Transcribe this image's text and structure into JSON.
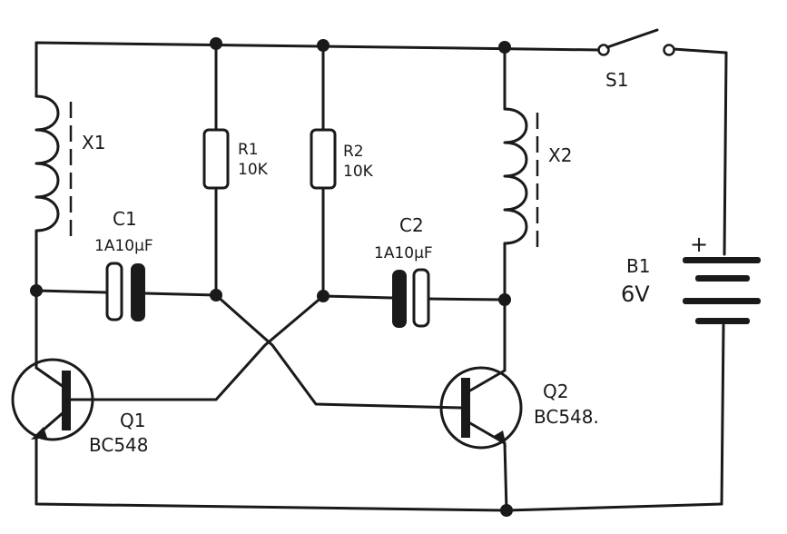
{
  "labels": {
    "x1": "X1",
    "x2": "X2",
    "r1_name": "R1",
    "r1_value": "10K",
    "r2_name": "R2",
    "r2_value": "10K",
    "c1_name": "C1",
    "c1_value": "1A10µF",
    "c2_name": "C2",
    "c2_value": "1A10µF",
    "q1_name": "Q1",
    "q1_part": "BC548",
    "q2_name": "Q2",
    "q2_part": "BC548.",
    "s1": "S1",
    "b1_name": "B1",
    "b1_value": "6V",
    "b1_plus": "+"
  },
  "colors": {
    "ink": "#1a1a1a",
    "paper": "#ffffff"
  }
}
